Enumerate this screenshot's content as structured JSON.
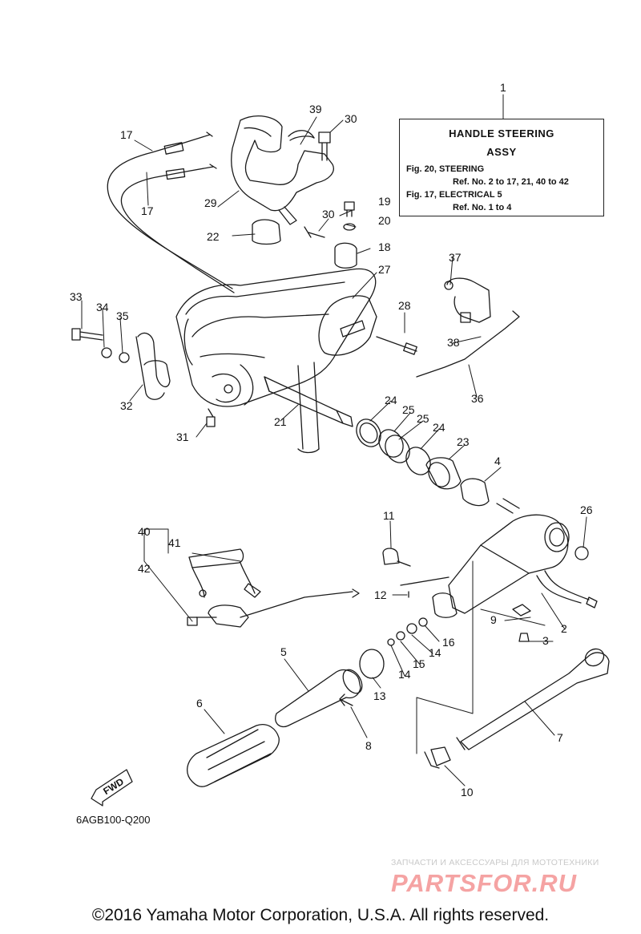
{
  "title_box": {
    "ref_number": "1",
    "title": "HANDLE STEERING",
    "subtitle": "ASSY",
    "lines": [
      "Fig. 20, STEERING",
      "Ref. No. 2 to 17, 21, 40 to 42",
      "Fig. 17, ELECTRICAL 5",
      "Ref. No. 1 to 4"
    ]
  },
  "callouts": [
    "1",
    "2",
    "3",
    "4",
    "5",
    "6",
    "7",
    "8",
    "9",
    "10",
    "11",
    "12",
    "13",
    "14",
    "14",
    "15",
    "16",
    "17",
    "17",
    "18",
    "19",
    "20",
    "21",
    "22",
    "23",
    "24",
    "24",
    "25",
    "25",
    "26",
    "27",
    "28",
    "29",
    "30",
    "30",
    "31",
    "32",
    "33",
    "34",
    "35",
    "36",
    "37",
    "38",
    "39",
    "40",
    "41",
    "42"
  ],
  "direction_arrow": "FWD",
  "diagram_code": "6AGB100-Q200",
  "watermark": {
    "tagline": "ЗАПЧАСТИ И АКСЕССУАРЫ ДЛЯ МОТОТЕХНИКИ",
    "logo": "PARTSFOR.RU"
  },
  "copyright": "©2016 Yamaha Motor Corporation, U.S.A. All rights reserved."
}
